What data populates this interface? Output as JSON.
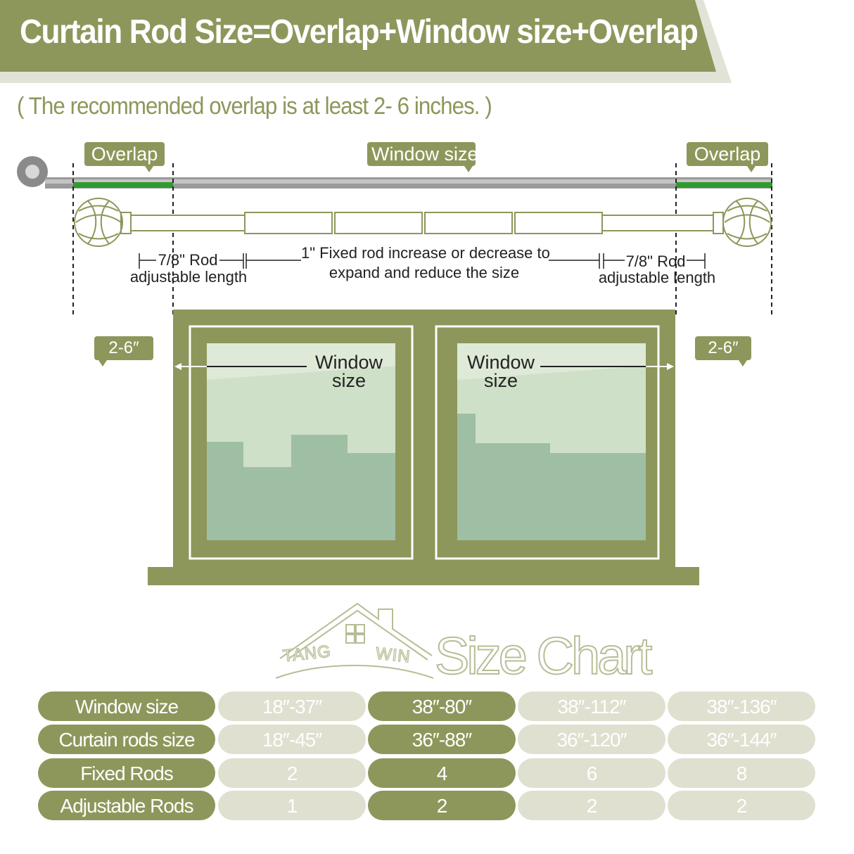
{
  "header": {
    "title": "Curtain Rod Size=Overlap+Window size+Overlap",
    "subtitle": "( The recommended overlap is at least 2- 6 inches. )"
  },
  "diagram": {
    "overlap_left": "Overlap",
    "window_size_tag": "Window size",
    "overlap_right": "Overlap",
    "rod_left_line1": "7/8\" Rod",
    "rod_left_line2": "adjustable length",
    "fixed_rod_line1": "1\" Fixed rod  increase or decrease to",
    "fixed_rod_line2": "expand and reduce the size",
    "rod_right_line1": "7/8\" Rod",
    "rod_right_line2": "adjustable length",
    "side_left": "2-6″",
    "side_right": "2-6″",
    "window_left_label_1": "Window",
    "window_left_label_2": "size",
    "window_right_label_1": "Window",
    "window_right_label_2": "size"
  },
  "logo": {
    "brand_part_1": "TANG",
    "brand_part_2": "WIN",
    "chart_title": "Size Chart"
  },
  "size_chart": {
    "rows": [
      {
        "label": "Window size",
        "values": [
          "18″-37″",
          "38″-80″",
          "38″-112″",
          "38″-136″"
        ]
      },
      {
        "label": "Curtain rods size",
        "values": [
          "18″-45″",
          "36″-88″",
          "36″-120″",
          "36″-144″"
        ]
      },
      {
        "label": "Fixed Rods",
        "values": [
          "2",
          "4",
          "6",
          "8"
        ]
      },
      {
        "label": "Adjustable Rods",
        "values": [
          "1",
          "2",
          "2",
          "2"
        ]
      }
    ],
    "highlighted_column": 1
  },
  "colors": {
    "olive": "#8d975b",
    "light_olive": "#dfe0cf",
    "glass": "#c9dcc4",
    "green_tape": "#2e9b2e"
  }
}
